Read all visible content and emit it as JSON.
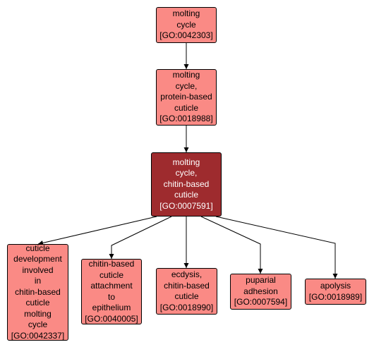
{
  "colors": {
    "node_fill": "#fa8a85",
    "focus_fill": "#9e2b2e",
    "focus_text": "#ffffff",
    "edge": "#000000"
  },
  "nodes": [
    {
      "id": "n1",
      "lines": [
        "molting",
        "cycle",
        "[GO:0042303]"
      ],
      "style": "normal"
    },
    {
      "id": "n2",
      "lines": [
        "molting",
        "cycle,",
        "protein-based",
        "cuticle",
        "[GO:0018988]"
      ],
      "style": "normal"
    },
    {
      "id": "n3",
      "lines": [
        "molting",
        "cycle,",
        "chitin-based",
        "cuticle",
        "[GO:0007591]"
      ],
      "style": "focus"
    },
    {
      "id": "n4",
      "lines": [
        "cuticle",
        "development",
        "involved",
        "in",
        "chitin-based",
        "cuticle",
        "molting",
        "cycle",
        "[GO:0042337]"
      ],
      "style": "normal"
    },
    {
      "id": "n5",
      "lines": [
        "chitin-based",
        "cuticle",
        "attachment",
        "to",
        "epithelium",
        "[GO:0040005]"
      ],
      "style": "normal"
    },
    {
      "id": "n6",
      "lines": [
        "ecdysis,",
        "chitin-based",
        "cuticle",
        "[GO:0018990]"
      ],
      "style": "normal"
    },
    {
      "id": "n7",
      "lines": [
        "puparial",
        "adhesion",
        "[GO:0007594]"
      ],
      "style": "normal"
    },
    {
      "id": "n8",
      "lines": [
        "apolysis",
        "[GO:0018989]"
      ],
      "style": "normal"
    }
  ],
  "edges": [
    {
      "from": "n1",
      "to": "n2"
    },
    {
      "from": "n2",
      "to": "n3"
    },
    {
      "from": "n3",
      "to": "n4"
    },
    {
      "from": "n3",
      "to": "n5"
    },
    {
      "from": "n3",
      "to": "n6"
    },
    {
      "from": "n3",
      "to": "n7"
    },
    {
      "from": "n3",
      "to": "n8"
    }
  ]
}
